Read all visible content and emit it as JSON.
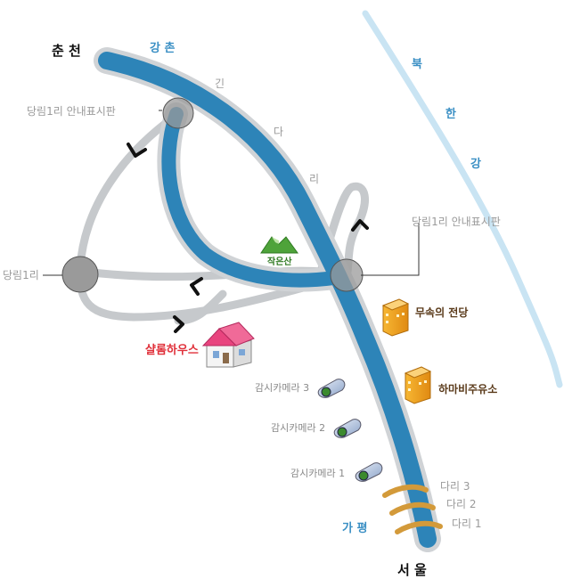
{
  "map": {
    "cities": {
      "start": "춘 천",
      "end": "서 울"
    },
    "areas": {
      "gangchon": "강 촌",
      "gapyeong": "가 평"
    },
    "river": {
      "chars": [
        "북",
        "한",
        "강"
      ]
    },
    "bridge_name_chars": [
      "긴",
      "다",
      "리"
    ],
    "signs": {
      "top_left": "당림1리 안내표시판",
      "right": "당림1리 안내표시판",
      "village": "당림1리"
    },
    "mountain": "작은산",
    "house": "샬롬하우스",
    "buildings": [
      "무속의 전당",
      "하마비주유소"
    ],
    "cameras": [
      "감시카메라 3",
      "감시카메라 2",
      "감시카메라 1"
    ],
    "bridges": [
      "다리 3",
      "다리 2",
      "다리 1"
    ],
    "colors": {
      "road": "#2d84b8",
      "road_edge": "#d0d3d6",
      "route": "#c6c9cc",
      "river": "#c9e4f3",
      "bridge": "#d39a3a",
      "building": "#f2a72a",
      "house_roof": "#e8447e",
      "mountain": "#4ea33a"
    }
  }
}
